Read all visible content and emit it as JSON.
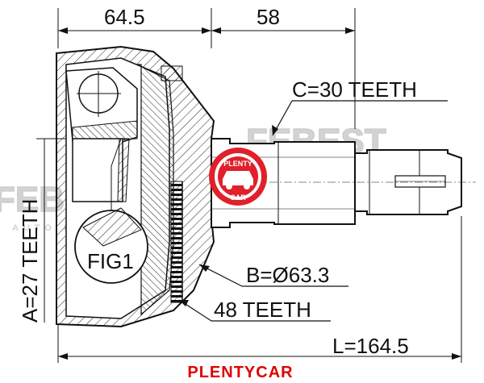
{
  "dimensions": {
    "top_left": "64.5",
    "top_right": "58",
    "outer_spline": "C=30 TEETH",
    "inner_spline": "A=27 TEETH",
    "abs_ring_diameter": "B=Ø63.3",
    "abs_ring_teeth": "48 TEETH",
    "total_length": "L=164.5",
    "figure_label": "FIG1"
  },
  "watermark": {
    "brand": "FEBEST",
    "tagline": "AUTO PARTS"
  },
  "stamp": {
    "text_top": "PLENTY",
    "text_bottom": "CAR",
    "color": "#e0202a"
  },
  "footer": {
    "brand": "PLENTYCAR",
    "color": "#e00000"
  }
}
